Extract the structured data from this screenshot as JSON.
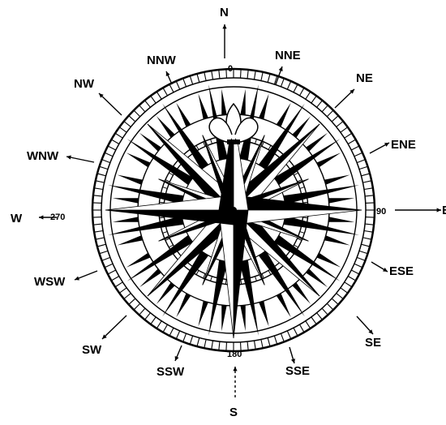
{
  "directions": [
    {
      "id": "n",
      "label": "N"
    },
    {
      "id": "nne",
      "label": "NNE"
    },
    {
      "id": "ne",
      "label": "NE"
    },
    {
      "id": "ene",
      "label": "ENE"
    },
    {
      "id": "e",
      "label": "E"
    },
    {
      "id": "ese",
      "label": "ESE"
    },
    {
      "id": "se",
      "label": "SE"
    },
    {
      "id": "sse",
      "label": "SSE"
    },
    {
      "id": "s",
      "label": "S"
    },
    {
      "id": "ssw",
      "label": "SSW"
    },
    {
      "id": "sw",
      "label": "SW"
    },
    {
      "id": "wsw",
      "label": "WSW"
    },
    {
      "id": "w",
      "label": "W"
    },
    {
      "id": "wnw",
      "label": "WNW"
    },
    {
      "id": "nw",
      "label": "NW"
    },
    {
      "id": "nnw",
      "label": "NNW"
    }
  ],
  "degree_marks": {
    "north": "0",
    "east": "90",
    "south": "180",
    "west": "270"
  },
  "colors": {
    "ink": "#000000",
    "paper": "#ffffff"
  }
}
